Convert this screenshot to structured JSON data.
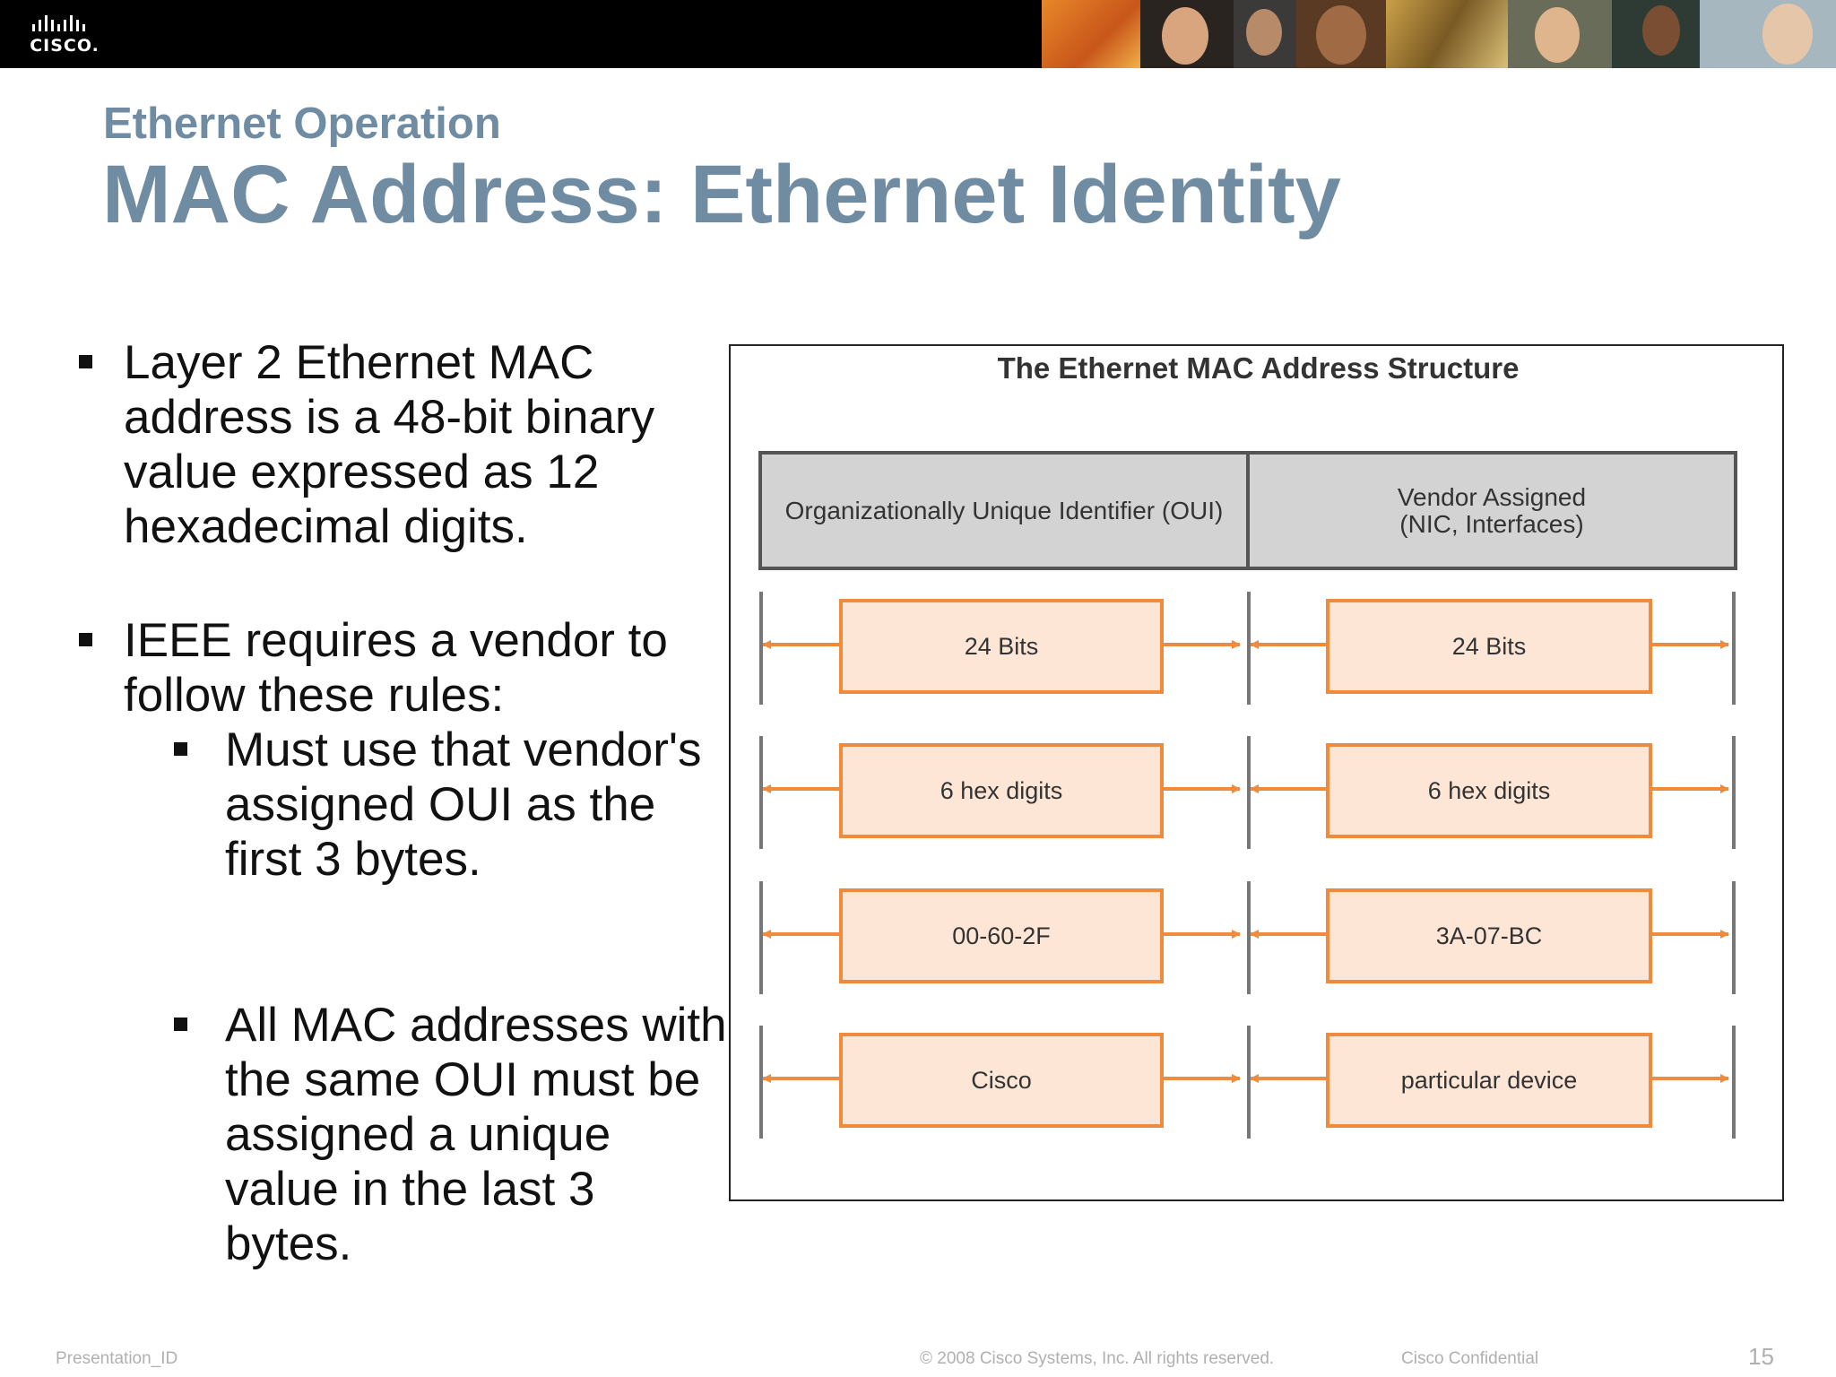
{
  "header": {
    "logo_text": "CISCO."
  },
  "slide": {
    "subtitle": "Ethernet Operation",
    "title": "MAC Address: Ethernet Identity"
  },
  "bullets": {
    "b1": "Layer 2 Ethernet MAC address is a 48-bit binary value expressed as 12 hexadecimal digits.",
    "b2": "IEEE requires a vendor to follow these rules:",
    "b2_sub1": "Must use that vendor's assigned OUI as the first 3 bytes.",
    "b2_sub2": "All MAC addresses with the same OUI must be assigned a unique value in the last 3 bytes."
  },
  "figure": {
    "title": "The Ethernet MAC Address Structure",
    "oui_header": "Organizationally Unique Identifier (OUI)",
    "vendor_header_line1": "Vendor Assigned",
    "vendor_header_line2": "(NIC, Interfaces)",
    "rows": [
      {
        "left": "24 Bits",
        "right": "24 Bits"
      },
      {
        "left": "6 hex digits",
        "right": "6 hex digits"
      },
      {
        "left": "00-60-2F",
        "right": "3A-07-BC"
      },
      {
        "left": "Cisco",
        "right": "particular device"
      }
    ],
    "colors": {
      "box_fill": "#fde6d6",
      "box_stroke": "#f08a3c",
      "arrow": "#f08a3c",
      "header_fill": "#d3d3d3"
    }
  },
  "footer": {
    "presentation_id": "Presentation_ID",
    "copyright": "© 2008 Cisco Systems, Inc. All rights reserved.",
    "confidential": "Cisco Confidential",
    "page_number": "15"
  }
}
